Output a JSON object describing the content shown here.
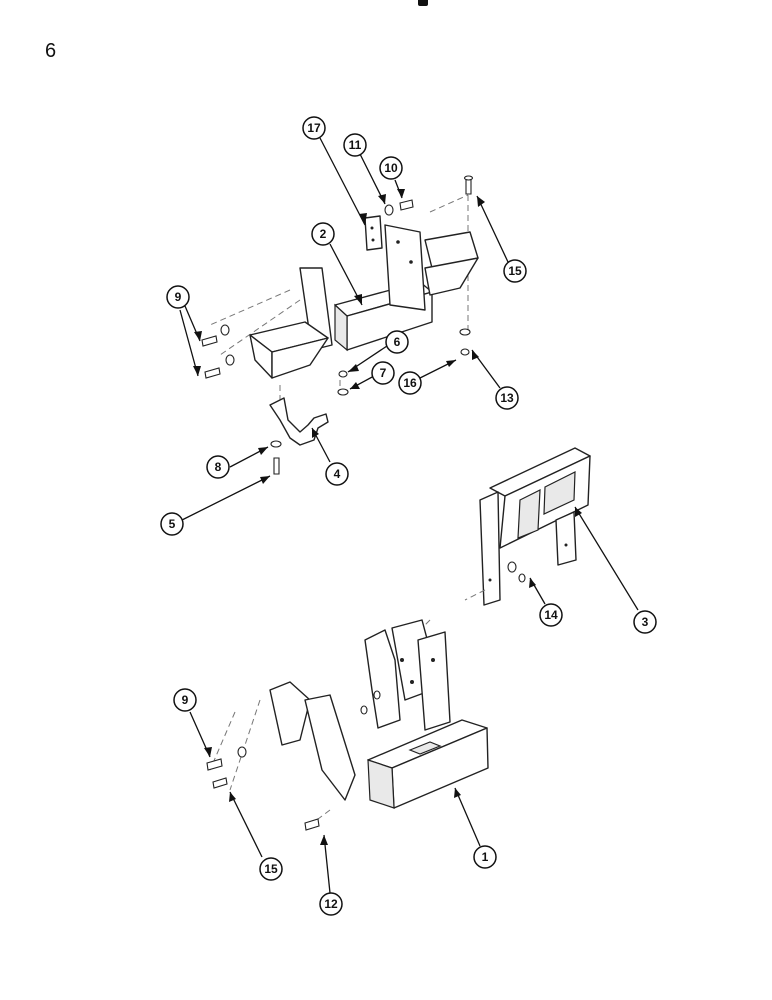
{
  "page": {
    "number": "6"
  },
  "callouts": [
    {
      "id": "c17",
      "label": "17"
    },
    {
      "id": "c11",
      "label": "11"
    },
    {
      "id": "c10",
      "label": "10"
    },
    {
      "id": "c2",
      "label": "2"
    },
    {
      "id": "c15a",
      "label": "15"
    },
    {
      "id": "c9a",
      "label": "9"
    },
    {
      "id": "c6",
      "label": "6"
    },
    {
      "id": "c7",
      "label": "7"
    },
    {
      "id": "c16",
      "label": "16"
    },
    {
      "id": "c13",
      "label": "13"
    },
    {
      "id": "c4",
      "label": "4"
    },
    {
      "id": "c8",
      "label": "8"
    },
    {
      "id": "c5",
      "label": "5"
    },
    {
      "id": "c3",
      "label": "3"
    },
    {
      "id": "c14",
      "label": "14"
    },
    {
      "id": "c9b",
      "label": "9"
    },
    {
      "id": "c1",
      "label": "1"
    },
    {
      "id": "c15b",
      "label": "15"
    },
    {
      "id": "c12",
      "label": "12"
    }
  ]
}
